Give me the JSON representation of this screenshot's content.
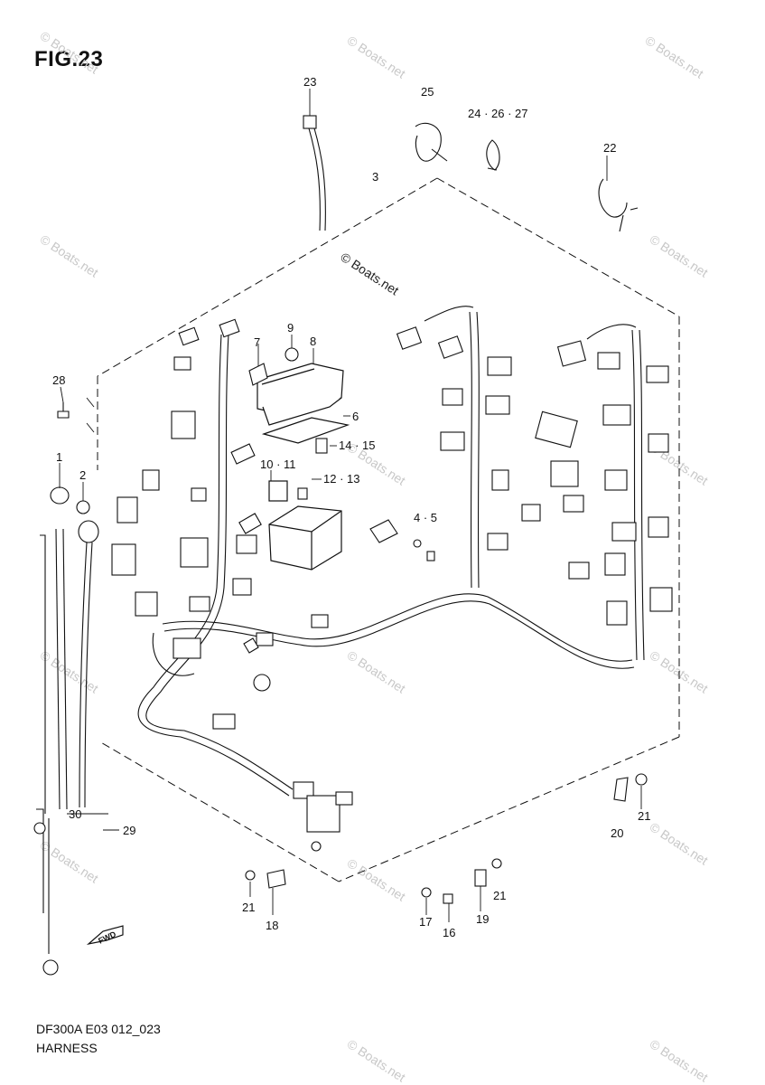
{
  "figure": {
    "title": "FIG.23",
    "code": "DF300A E03 012_023",
    "name": "HARNESS",
    "watermark": "© Boats.net",
    "fwd_label": "FWD"
  },
  "callouts": {
    "c1": "1",
    "c2": "2",
    "c3": "3",
    "c4_5": "4 · 5",
    "c6": "6",
    "c7": "7",
    "c8": "8",
    "c9": "9",
    "c10_11": "10 · 11",
    "c12_13": "12 · 13",
    "c14_15": "14 · 15",
    "c16": "16",
    "c17": "17",
    "c18": "18",
    "c19": "19",
    "c20": "20",
    "c21a": "21",
    "c21b": "21",
    "c21c": "21",
    "c22": "22",
    "c23": "23",
    "c24_26_27": "24 · 26 · 27",
    "c25": "25",
    "c28": "28",
    "c29": "29",
    "c30": "30"
  },
  "colors": {
    "line": "#111111",
    "watermark": "#c8c8c8"
  }
}
